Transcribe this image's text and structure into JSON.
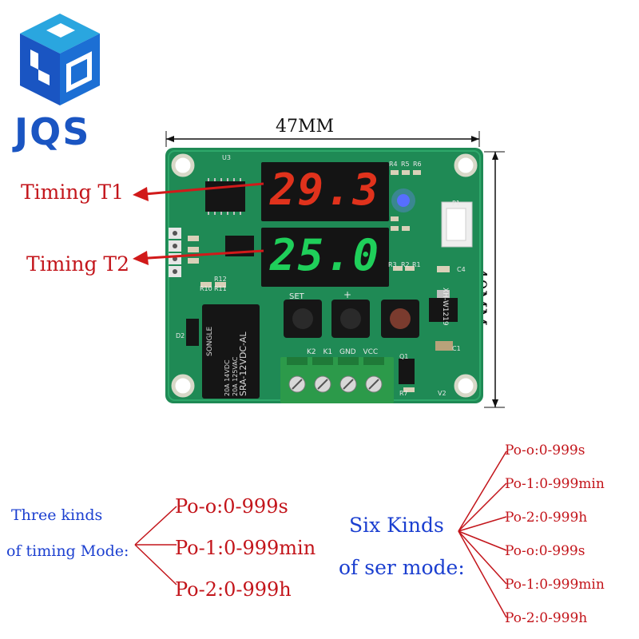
{
  "brand": {
    "name": "JQS"
  },
  "dimensions": {
    "width_label": "47MM",
    "height_label": "40MM"
  },
  "callouts": {
    "t1": "Timing T1",
    "t2": "Timing T2"
  },
  "display": {
    "top_value": "29.3",
    "bottom_value": "25.0",
    "top_color": "#e0321c",
    "bottom_color": "#1fcf5a"
  },
  "board": {
    "set_label": "SET",
    "plus_label": "+",
    "terminals": "K2 K1 GND VCC",
    "relay_brand": "SONGLE",
    "relay_model": "SRA-12VDC-AL",
    "relay_rating1": "20A 14VDC",
    "relay_rating2": "20A 125VAC",
    "model": "XH-W1219",
    "u3": "U3",
    "r4": "R4",
    "r5": "R5",
    "r6": "R6",
    "p1": "P1",
    "c4": "C4",
    "c1": "C1",
    "d2": "D2",
    "r7": "R7",
    "v2": "V2",
    "q1": "Q1",
    "r12": "R12",
    "r10": "R10",
    "r11": "R11",
    "r2": "R2",
    "r3": "R3",
    "r1": "R1"
  },
  "timing_modes": {
    "title_line1": "Three kinds",
    "title_line2": "of timing Mode:",
    "items": [
      "Po-o:0-999s",
      "Po-1:0-999min",
      "Po-2:0-999h"
    ]
  },
  "ser_modes": {
    "title_line1": "Six Kinds",
    "title_line2": "of ser mode:",
    "items": [
      "Po-o:0-999s",
      "Po-1:0-999min",
      "Po-2:0-999h",
      "Po-o:0-999s",
      "Po-1:0-999min",
      "Po-2:0-999h"
    ]
  },
  "colors": {
    "brand_blue": "#1a55c2",
    "brand_cyan": "#2aa6df",
    "pcb_green": "#1f8a55",
    "accent_red": "#c3151b",
    "label_blue": "#1b3fd0"
  }
}
